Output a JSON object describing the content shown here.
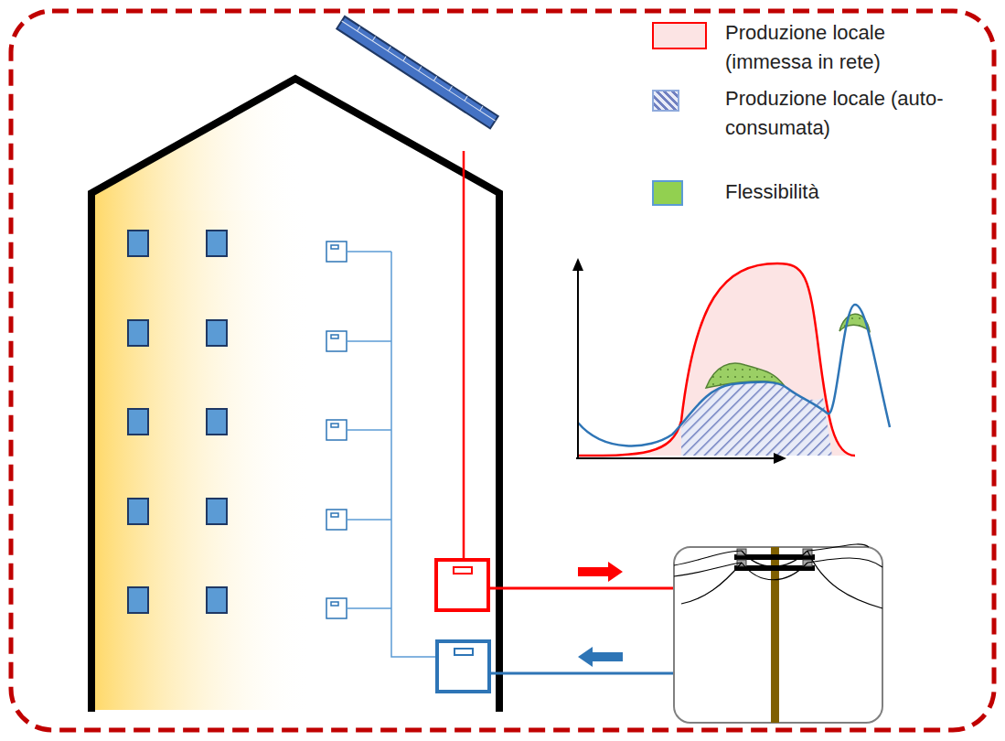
{
  "diagram": {
    "legend": [
      {
        "text": "Produzione locale (immessa in rete)",
        "color": "#fce4e4"
      },
      {
        "text": "Produzione locale (auto-consumata)"
      },
      {
        "text": "Flessibilità",
        "color": "#92d050"
      }
    ]
  }
}
